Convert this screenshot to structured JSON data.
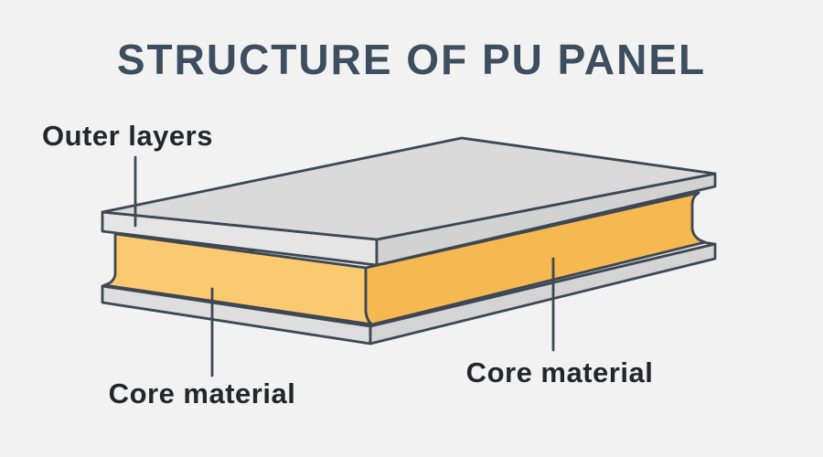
{
  "title": "STRUCTURE OF PU PANEL",
  "labels": {
    "outer_layers": "Outer layers",
    "core_material_left": "Core material",
    "core_material_right": "Core material"
  },
  "colors": {
    "background": "#f2f2f3",
    "title_text": "#3d4e5e",
    "label_text": "#242628",
    "outline": "#3e4754",
    "top_skin_top_face": "#dadadb",
    "top_skin_left_face": "#e5e5e6",
    "top_skin_right_face": "#d2d2d3",
    "bottom_skin_top_face": "#eaeaeb",
    "bottom_skin_left_face": "#dededf",
    "bottom_skin_right_face": "#d4d4d5",
    "core_left_face": "#fbc96f",
    "core_right_face": "#f6b850"
  },
  "chart_data": {
    "type": "table",
    "title": "STRUCTURE OF PU PANEL",
    "annotations": [
      "Outer layers",
      "Core material",
      "Core material"
    ]
  }
}
